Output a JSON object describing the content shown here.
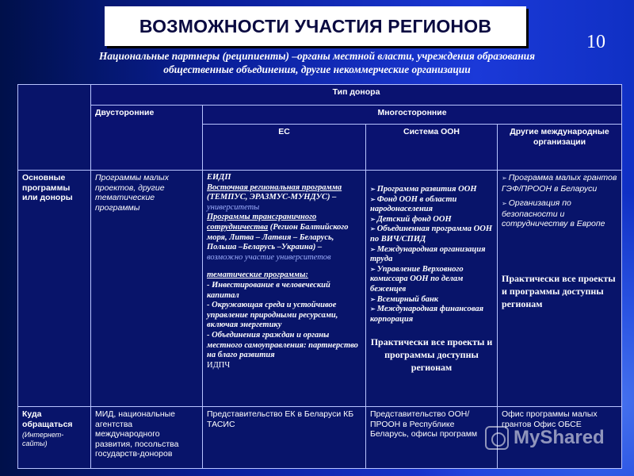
{
  "slide": {
    "title": "ВОЗМОЖНОСТИ УЧАСТИЯ РЕГИОНОВ",
    "number": "10",
    "subtitle_line1": "Национальные партнеры (реципиенты) –органы местной власти, учреждения образования",
    "subtitle_line2": "общественные объединения, другие некоммерческие организации"
  },
  "table": {
    "header": {
      "donor_type": "Тип донора",
      "bilateral": "Двусторонние",
      "multilateral": "Многосторонние",
      "eu": "ЕС",
      "un": "Система ООН",
      "other": "Другие международные организации"
    },
    "row_programs": {
      "label": "Основные программы или доноры",
      "bilateral": "Программы малых проектов, другие тематические программы",
      "eu": {
        "eidhr": "ЕИДП",
        "regional_title": "Восточная региональная программа",
        "regional_detail": "(ТЕМПУС, ЭРАЗМУС-МУНДУС) –",
        "universities": "университеты",
        "cross_title": "Программы трансграничного сотрудничества",
        "cross_detail": "(Регион Балтийского моря, Литва – Латвия – Беларусь, Польша –Беларусь –Украина) –",
        "cross_note": "возможно участие университетов",
        "thematic_title": "тематические программы:",
        "thematic_items": [
          " - Инвестирование в человеческий капитал",
          " - Окружающая среда и устойчивое управление природными ресурсами, включая энергетику",
          "- Объединения граждан и органы местного самоуправления: партнерство на благо развития"
        ],
        "thematic_tail": "ИДПЧ"
      },
      "un": {
        "items": [
          "Программа развития ООН",
          "Фонд ООН в области народонаселения",
          "Детский фонд ООН",
          "Объединенная программа ООН по ВИЧ/СПИД",
          "Международная организация труда",
          "Управление Верховного комиссара ООН по делам беженцев",
          "Всемирный банк",
          "Международная финансовая корпорация"
        ],
        "summary": "Практически все проекты и программы доступны регионам"
      },
      "other": {
        "items": [
          "Программа малых грантов ГЭФ/ПРООН в Беларуси",
          "Организация по безопасности и сотрудничеству в Европе"
        ],
        "summary": "Практически все проекты и программы доступны регионам"
      }
    },
    "row_contacts": {
      "label": "Куда обращаться",
      "note": "(Интернет-сайты)",
      "bilateral": "МИД, национальные агентства международного развития, посольства государств-доноров",
      "eu": "Представительство ЕК в Беларуси КБ ТАСИС",
      "un": "Представительство ООН/ПРООН в Республике Беларусь, офисы программ",
      "other": "Офис программы малых грантов Офис ОБСЕ"
    }
  },
  "watermark": {
    "text": "MyShared",
    "icon": "camera-icon"
  }
}
